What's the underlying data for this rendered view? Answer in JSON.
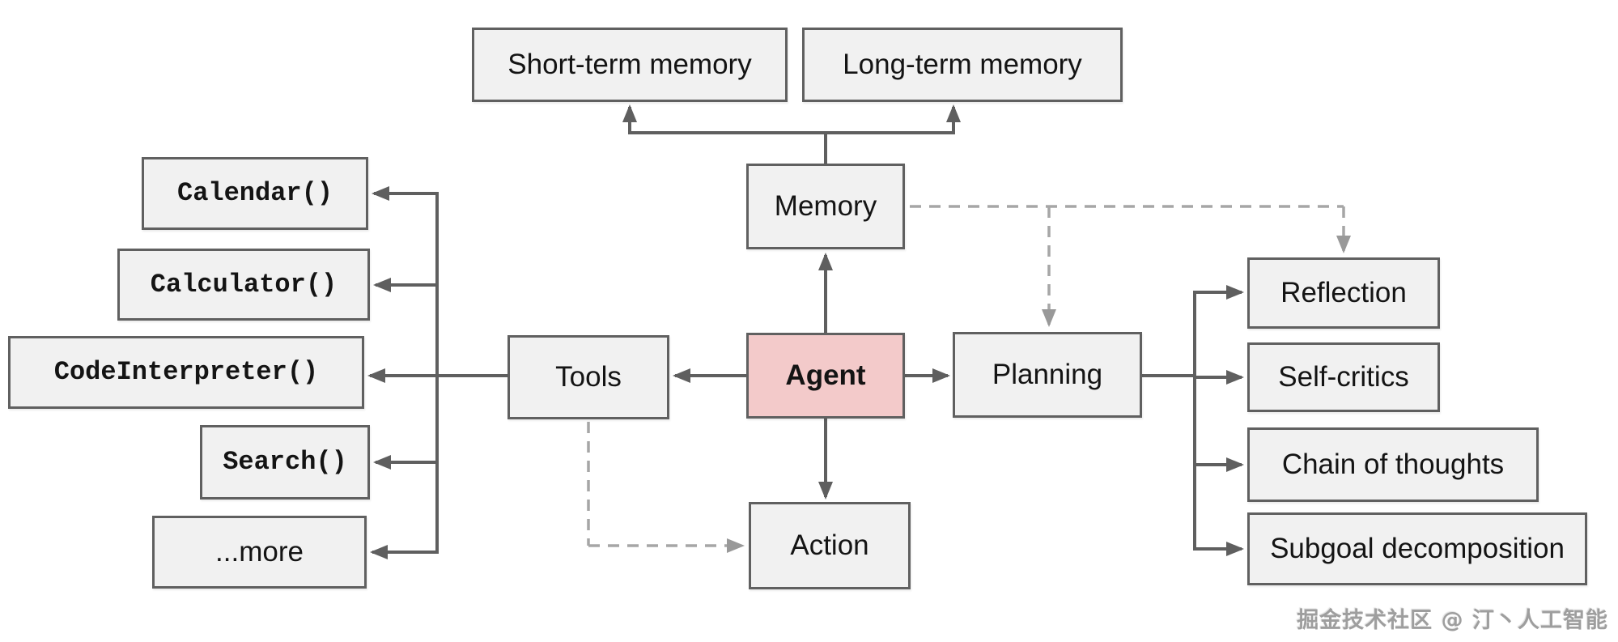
{
  "diagram": {
    "title_semantic": "LLM agent overview diagram",
    "nodes": {
      "short_term_memory": {
        "label": "Short-term memory"
      },
      "long_term_memory": {
        "label": "Long-term memory"
      },
      "memory": {
        "label": "Memory"
      },
      "tools": {
        "label": "Tools"
      },
      "agent": {
        "label": "Agent"
      },
      "planning": {
        "label": "Planning"
      },
      "action": {
        "label": "Action"
      },
      "calendar": {
        "label": "Calendar()"
      },
      "calculator": {
        "label": "Calculator()"
      },
      "code_interpreter": {
        "label": "CodeInterpreter()"
      },
      "search": {
        "label": "Search()"
      },
      "more": {
        "label": "...more"
      },
      "reflection": {
        "label": "Reflection"
      },
      "self_critics": {
        "label": "Self-critics"
      },
      "chain_of_thoughts": {
        "label": "Chain of thoughts"
      },
      "subgoal_decomposition": {
        "label": "Subgoal decomposition"
      }
    },
    "colors": {
      "box_fill": "#f1f1f1",
      "box_border": "#606060",
      "agent_fill": "#f3caca",
      "solid_line": "#5f5f5f",
      "dashed_line": "#a6a6a6",
      "dashed_arrow": "#999999",
      "text": "#141414",
      "watermark": "#9e9e9e"
    }
  },
  "watermark": {
    "text": "掘金技术社区 @ 汀丶人工智能"
  }
}
